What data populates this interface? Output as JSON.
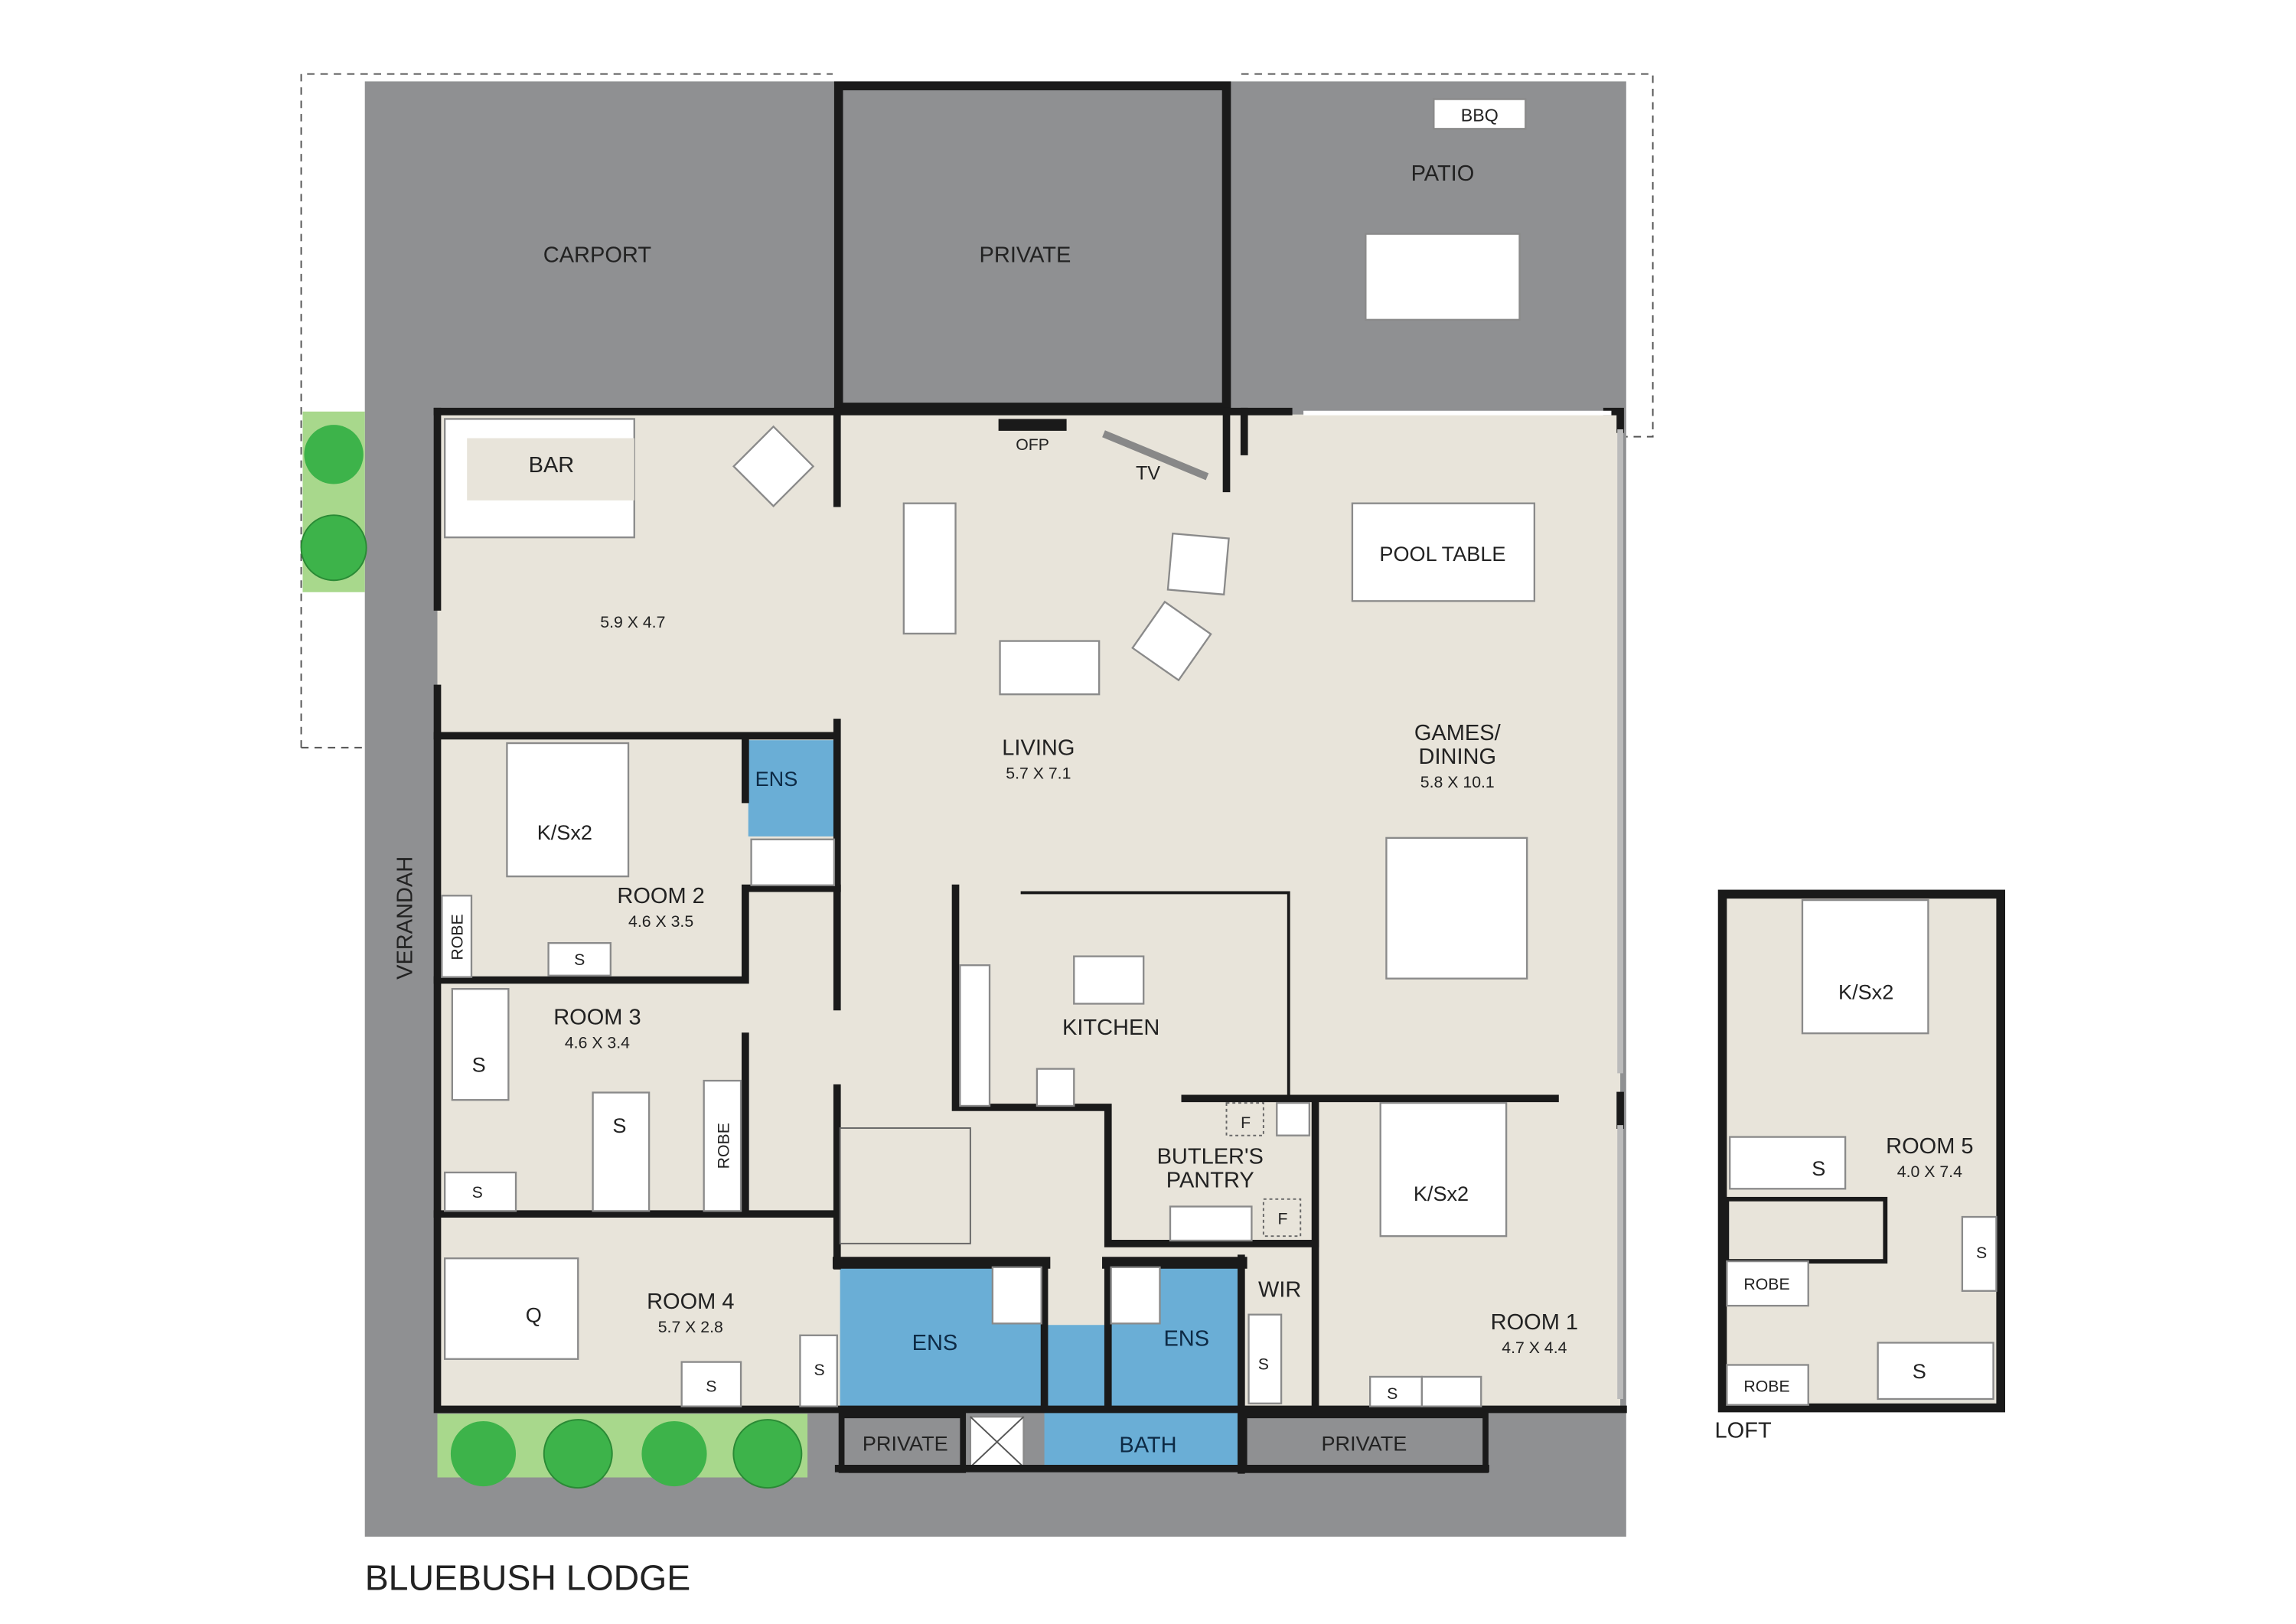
{
  "title": "BLUEBUSH LODGE",
  "loft_label": "LOFT",
  "colors": {
    "exterior_gray": "#8f9092",
    "floor": "#e8e4da",
    "wet_area_blue": "#6aaed6",
    "garden_green": "#a8d88c",
    "tree_green": "#3db34a",
    "wall": "#1a1a1a"
  },
  "areas": {
    "carport": "CARPORT",
    "private_top": "PRIVATE",
    "patio": "PATIO",
    "bbq": "BBQ",
    "verandah": "VERANDAH",
    "private_bottom_left": "PRIVATE",
    "private_bottom_right": "PRIVATE"
  },
  "rooms": {
    "bar": {
      "name": "BAR",
      "size": "5.9 X 4.7"
    },
    "living": {
      "name": "LIVING",
      "size": "5.7 X 7.1"
    },
    "games": {
      "line1": "GAMES/",
      "line2": "DINING",
      "size": "5.8 X 10.1"
    },
    "kitchen": {
      "name": "KITCHEN"
    },
    "butlers": {
      "line1": "BUTLER'S",
      "line2": "PANTRY"
    },
    "room1": {
      "name": "ROOM 1",
      "size": "4.7 X 4.4"
    },
    "room2": {
      "name": "ROOM 2",
      "size": "4.6 X 3.5"
    },
    "room3": {
      "name": "ROOM 3",
      "size": "4.6 X 3.4"
    },
    "room4": {
      "name": "ROOM 4",
      "size": "5.7 X 2.8"
    },
    "room5": {
      "name": "ROOM 5",
      "size": "4.0 X 7.4"
    },
    "ens_room2": "ENS",
    "ens_left": "ENS",
    "ens_right": "ENS",
    "bath": "BATH",
    "wir": "WIR"
  },
  "fixtures": {
    "ofp": "OFP",
    "tv": "TV",
    "pool_table": "POOL TABLE",
    "bed_room2": "K/Sx2",
    "bed_room1": "K/Sx2",
    "bed_room5": "K/Sx2",
    "bed_room4": "Q",
    "single": "S",
    "robe": "ROBE",
    "fridge": "F"
  }
}
